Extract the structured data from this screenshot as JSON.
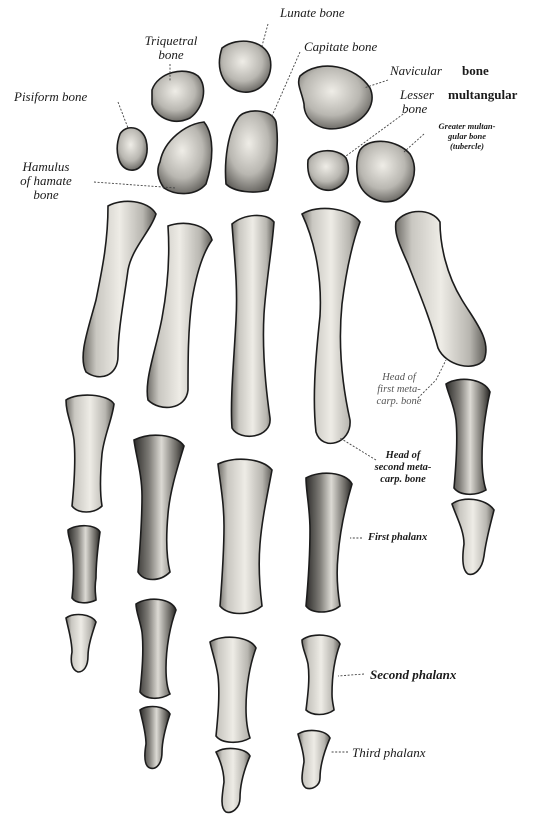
{
  "labels": {
    "lunate": "Lunate bone",
    "triquetral_1": "Triquetral",
    "triquetral_2": "bone",
    "capitate": "Capitate bone",
    "navicular_1": "Navicular",
    "navicular_2": "bone",
    "pisiform": "Pisiform bone",
    "lesser_1": "Lesser",
    "lesser_2": "multangular",
    "lesser_3": "bone",
    "greater_1": "Greater multan-",
    "greater_2": "gular bone",
    "greater_3": "(tubercle)",
    "hamulus_1": "Hamulus",
    "hamulus_2": "of hamate",
    "hamulus_3": "bone",
    "head_first_1": "Head of",
    "head_first_2": "first meta-",
    "head_first_3": "carp. bone",
    "head_second_1": "Head of",
    "head_second_2": "second meta-",
    "head_second_3": "carp. bone",
    "first_phalanx": "First phalanx",
    "second_phalanx": "Second phalanx",
    "third_phalanx": "Third phalanx"
  },
  "colors": {
    "bone_fill": "#e4e2dc",
    "bone_shade": "#8a8883",
    "outline": "#1c1c1c",
    "leader": "#444444"
  }
}
